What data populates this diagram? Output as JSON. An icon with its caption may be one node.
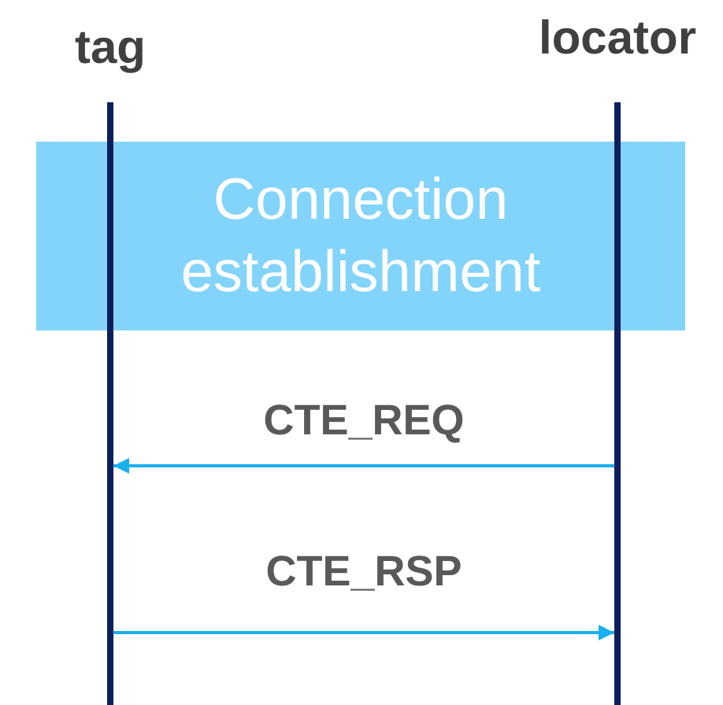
{
  "diagram": {
    "nodes": [
      {
        "text": [
          "tag"
        ]
      },
      {
        "text": [
          "locator"
        ]
      },
      {
        "text": [],
        "shape": "bar"
      },
      {
        "text": [],
        "shape": "bar"
      },
      {
        "text": [
          "Connection establishment"
        ]
      }
    ],
    "edges": [
      {
        "from": 3,
        "to": 2,
        "arrow": "to",
        "label": "CTE_REQ"
      },
      {
        "from": 2,
        "to": 3,
        "arrow": "to",
        "label": "CTE_RSP"
      }
    ]
  }
}
